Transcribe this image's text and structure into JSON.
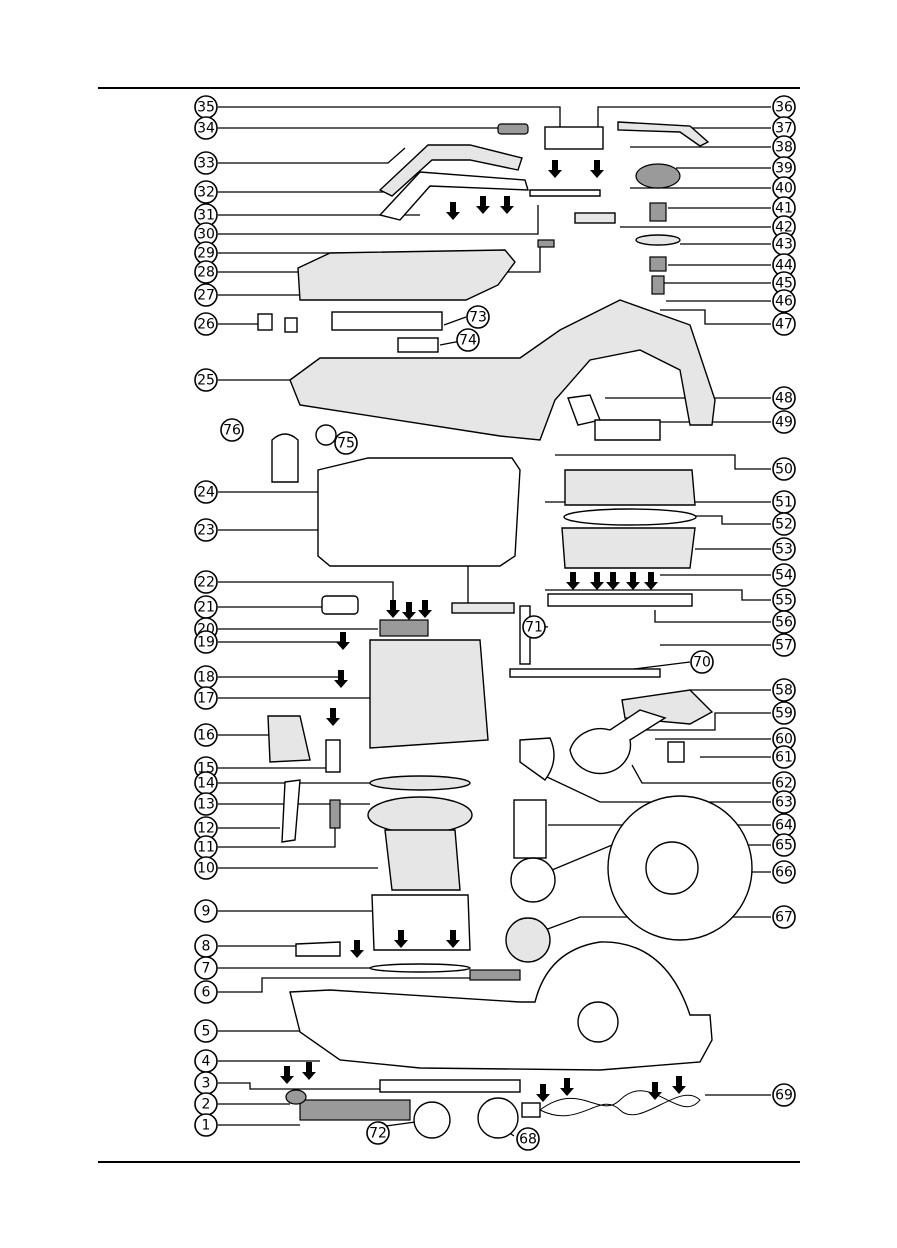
{
  "diagram": {
    "callouts": {
      "left": [
        "35",
        "34",
        "33",
        "32",
        "31",
        "30",
        "29",
        "28",
        "27",
        "26",
        "25",
        "76",
        "24",
        "23",
        "22",
        "21",
        "20",
        "19",
        "18",
        "17",
        "16",
        "15",
        "14",
        "13",
        "12",
        "11",
        "10",
        "9",
        "8",
        "7",
        "6",
        "5",
        "4",
        "3",
        "2",
        "1"
      ],
      "right": [
        "36",
        "37",
        "38",
        "39",
        "40",
        "41",
        "42",
        "43",
        "44",
        "45",
        "46",
        "47",
        "48",
        "49",
        "50",
        "51",
        "52",
        "53",
        "54",
        "55",
        "56",
        "57",
        "70",
        "58",
        "59",
        "60",
        "61",
        "62",
        "63",
        "64",
        "65",
        "66",
        "67",
        "69"
      ],
      "inner": [
        "73",
        "74",
        "75",
        "71",
        "72",
        "68"
      ]
    }
  }
}
